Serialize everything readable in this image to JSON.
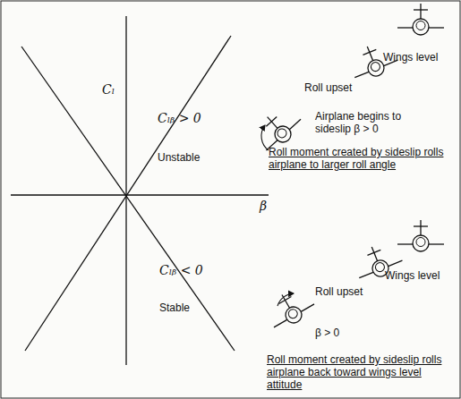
{
  "diagram": {
    "labels": [
      "Cₗ",
      "Cₗᵦ > 0",
      "Unstable",
      "β",
      "Cₗᵦ < 0",
      "Stable",
      "Wings level",
      "Roll upset",
      "Airplane begins to sideslip β > 0",
      "Roll moment created by sideslip rolls airplane to larger roll angle",
      "Wings level",
      "Roll upset",
      "β > 0",
      "Roll moment created by sideslip rolls airplane back toward wings level attitude"
    ]
  }
}
